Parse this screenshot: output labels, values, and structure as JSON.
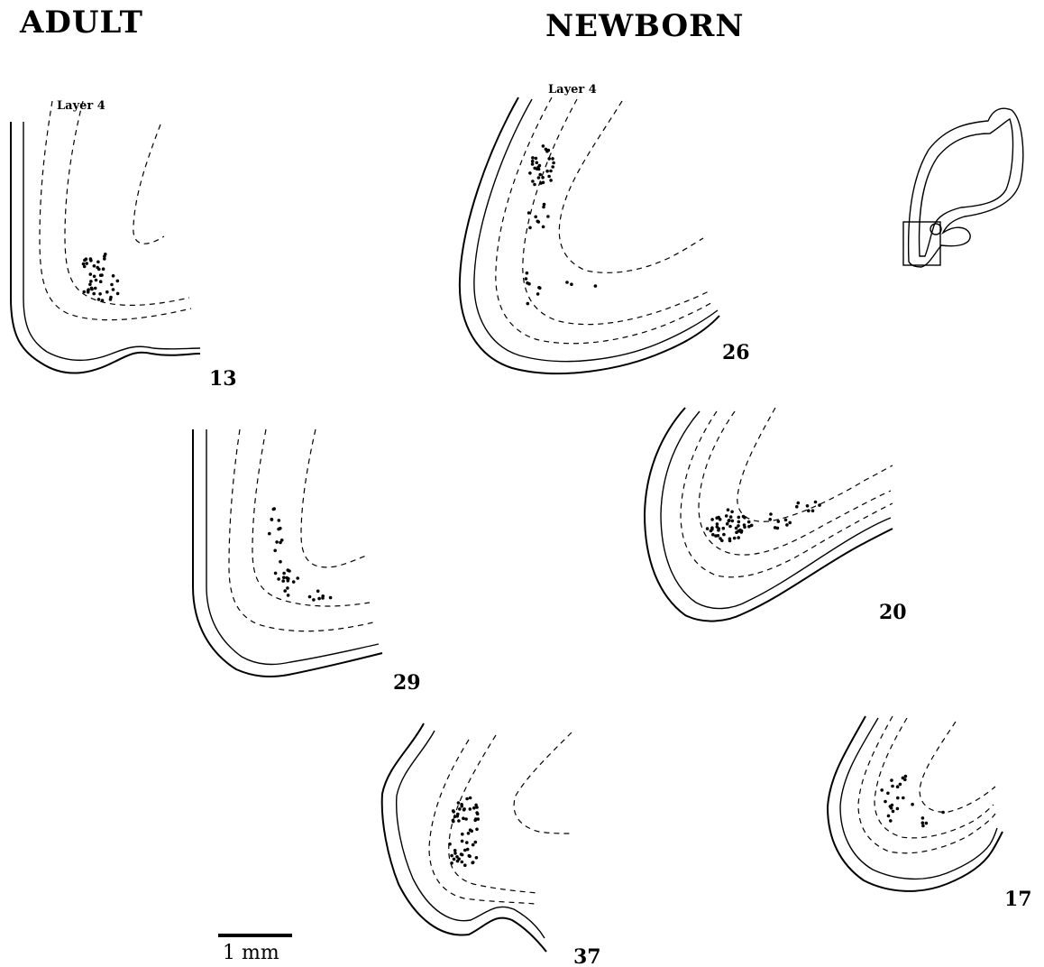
{
  "headings": {
    "adult": "ADULT",
    "newborn": "NEWBORN"
  },
  "layer_labels": {
    "adult": "Layer 4",
    "newborn": "Layer 4"
  },
  "panels": [
    {
      "group": "adult",
      "number": "13"
    },
    {
      "group": "adult",
      "number": "29"
    },
    {
      "group": "adult",
      "number": "37"
    },
    {
      "group": "newborn",
      "number": "26"
    },
    {
      "group": "newborn",
      "number": "20"
    },
    {
      "group": "newborn",
      "number": "17"
    }
  ],
  "scale_bar": {
    "label": "1 mm"
  },
  "colors": {
    "ink": "#000000",
    "background": "#ffffff"
  }
}
